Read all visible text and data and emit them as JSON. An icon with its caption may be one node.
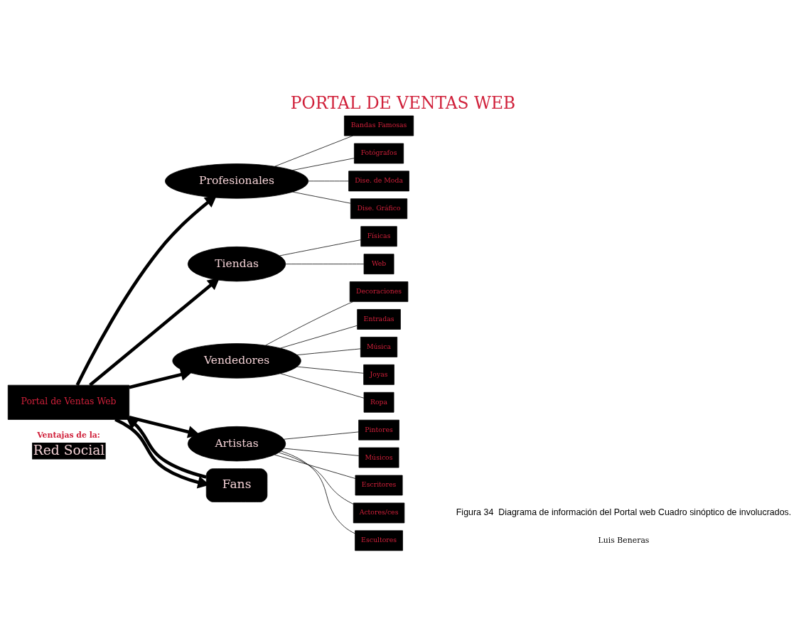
{
  "diagram": {
    "title": "PORTAL DE VENTAS WEB",
    "caption": "Figura 34  Diagrama de información del Portal web Cuadro sinóptico de involucrados.",
    "nodes": [
      {
        "text": [
          "Ventajas de la:",
          "Red Social"
        ]
      },
      {
        "text": [
          "Profesionales"
        ]
      },
      {
        "text": [
          "Bandas Famosas"
        ]
      },
      {
        "text": [
          "Fotógrafos"
        ]
      },
      {
        "text": [
          "Dise. de Moda"
        ]
      },
      {
        "text": [
          "Dise. Gráfico"
        ]
      },
      {
        "text": [
          "Tiendas"
        ]
      },
      {
        "text": [
          "Físicas"
        ]
      },
      {
        "text": [
          "Web"
        ]
      },
      {
        "text": [
          "Portal de Ventas Web"
        ]
      },
      {
        "text": [
          "Decoraciones"
        ]
      },
      {
        "text": [
          "Entradas"
        ]
      },
      {
        "text": [
          "Música"
        ]
      },
      {
        "text": [
          "Vendedores"
        ]
      },
      {
        "text": [
          "Joyas"
        ]
      },
      {
        "text": [
          "Ropa"
        ]
      },
      {
        "text": [
          "Pintores"
        ]
      },
      {
        "text": [
          "Artistas"
        ]
      },
      {
        "text": [
          "Músicos"
        ]
      },
      {
        "text": [
          "Escritores"
        ]
      },
      {
        "text": [
          "Fans"
        ]
      },
      {
        "text": [
          "Actores/ces"
        ]
      },
      {
        "text": [
          "Escultores"
        ]
      }
    ],
    "edges": [
      {
        "from": 9,
        "to": 1,
        "arrow": "to",
        "style": "thick"
      },
      {
        "from": 9,
        "to": 6,
        "arrow": "to",
        "style": "thick"
      },
      {
        "from": 9,
        "to": 13,
        "arrow": "to",
        "style": "thick"
      },
      {
        "from": 9,
        "to": 17,
        "arrow": "to",
        "style": "thick"
      },
      {
        "from": 20,
        "to": 9,
        "arrow": "to",
        "style": "thick"
      },
      {
        "from": 9,
        "to": 20,
        "arrow": "to",
        "style": "thick"
      },
      {
        "from": 1,
        "to": 2,
        "arrow": "none"
      },
      {
        "from": 1,
        "to": 3,
        "arrow": "none"
      },
      {
        "from": 1,
        "to": 4,
        "arrow": "none"
      },
      {
        "from": 1,
        "to": 5,
        "arrow": "none"
      },
      {
        "from": 6,
        "to": 7,
        "arrow": "none"
      },
      {
        "from": 6,
        "to": 8,
        "arrow": "none"
      },
      {
        "from": 13,
        "to": 10,
        "arrow": "none"
      },
      {
        "from": 13,
        "to": 11,
        "arrow": "none"
      },
      {
        "from": 13,
        "to": 12,
        "arrow": "none"
      },
      {
        "from": 13,
        "to": 14,
        "arrow": "none"
      },
      {
        "from": 13,
        "to": 15,
        "arrow": "none"
      },
      {
        "from": 17,
        "to": 16,
        "arrow": "none"
      },
      {
        "from": 17,
        "to": 18,
        "arrow": "none"
      },
      {
        "from": 17,
        "to": 19,
        "arrow": "none"
      },
      {
        "from": 17,
        "to": 21,
        "arrow": "none"
      },
      {
        "from": 17,
        "to": 22,
        "arrow": "none"
      }
    ],
    "labels": [
      "Luis Beneras"
    ]
  }
}
